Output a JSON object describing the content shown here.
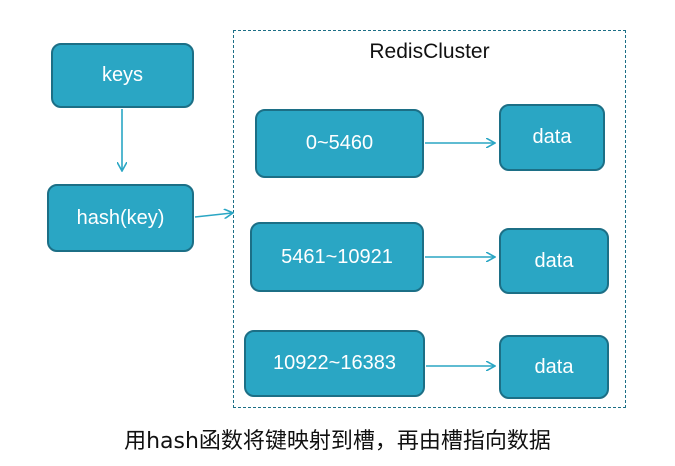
{
  "diagram": {
    "keys_label": "keys",
    "hash_label": "hash(key)",
    "cluster_title": "RedisCluster",
    "slots": [
      {
        "range": "0~5460",
        "target": "data"
      },
      {
        "range": "5461~10921",
        "target": "data"
      },
      {
        "range": "10922~16383",
        "target": "data"
      }
    ],
    "caption": "用hash函数将键映射到槽，再由槽指向数据"
  },
  "colors": {
    "node_fill": "#2aa6c4",
    "node_border": "#1c6f86",
    "arrow": "#2aa6c4",
    "cluster_border": "#1c6f86"
  }
}
